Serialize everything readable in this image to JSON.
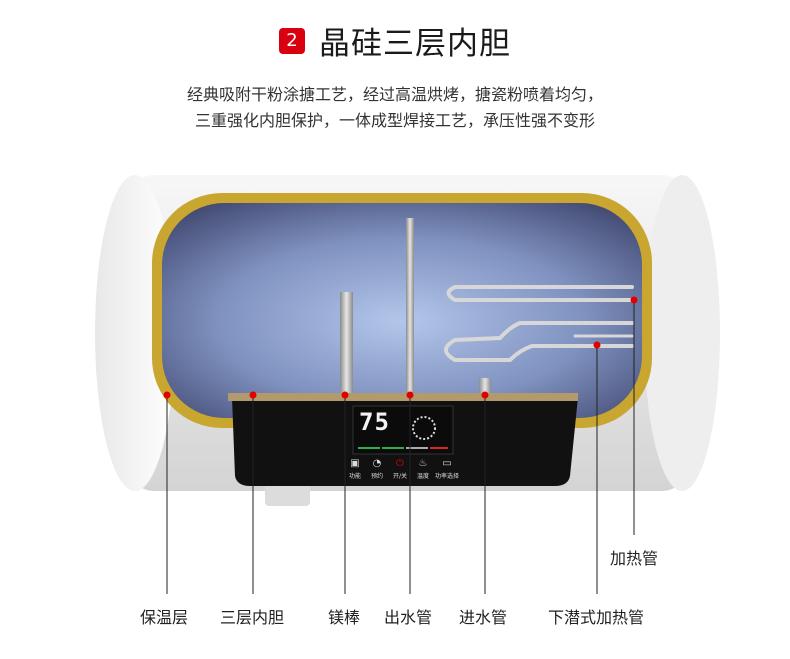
{
  "header": {
    "badge": "2",
    "title": "晶硅三层内胆"
  },
  "description": {
    "line1": "经典吸附干粉涂搪工艺，经过高温烘烤，搪瓷粉喷着均匀，",
    "line2": "三重强化内胆保护，一体成型焊接工艺，承压性强不变形"
  },
  "panel": {
    "temperature": "75",
    "controls": [
      {
        "icon": "mode-icon",
        "label": "功能"
      },
      {
        "icon": "timer-icon",
        "label": "预约"
      },
      {
        "icon": "power-icon",
        "label": "开/关"
      },
      {
        "icon": "heat-icon",
        "label": "温度"
      },
      {
        "icon": "display-icon",
        "label": "功率选择"
      }
    ]
  },
  "labels": {
    "insulation": "保温层",
    "inner_tank": "三层内胆",
    "magnesium_rod": "镁棒",
    "outlet_pipe": "出水管",
    "inlet_pipe": "进水管",
    "submerged_heater": "下潜式加热管",
    "heating_tube": "加热管"
  },
  "colors": {
    "badge": "#d9000f",
    "marker": "#e00000",
    "tank_rim": "#c8a630",
    "panel": "#111111"
  }
}
